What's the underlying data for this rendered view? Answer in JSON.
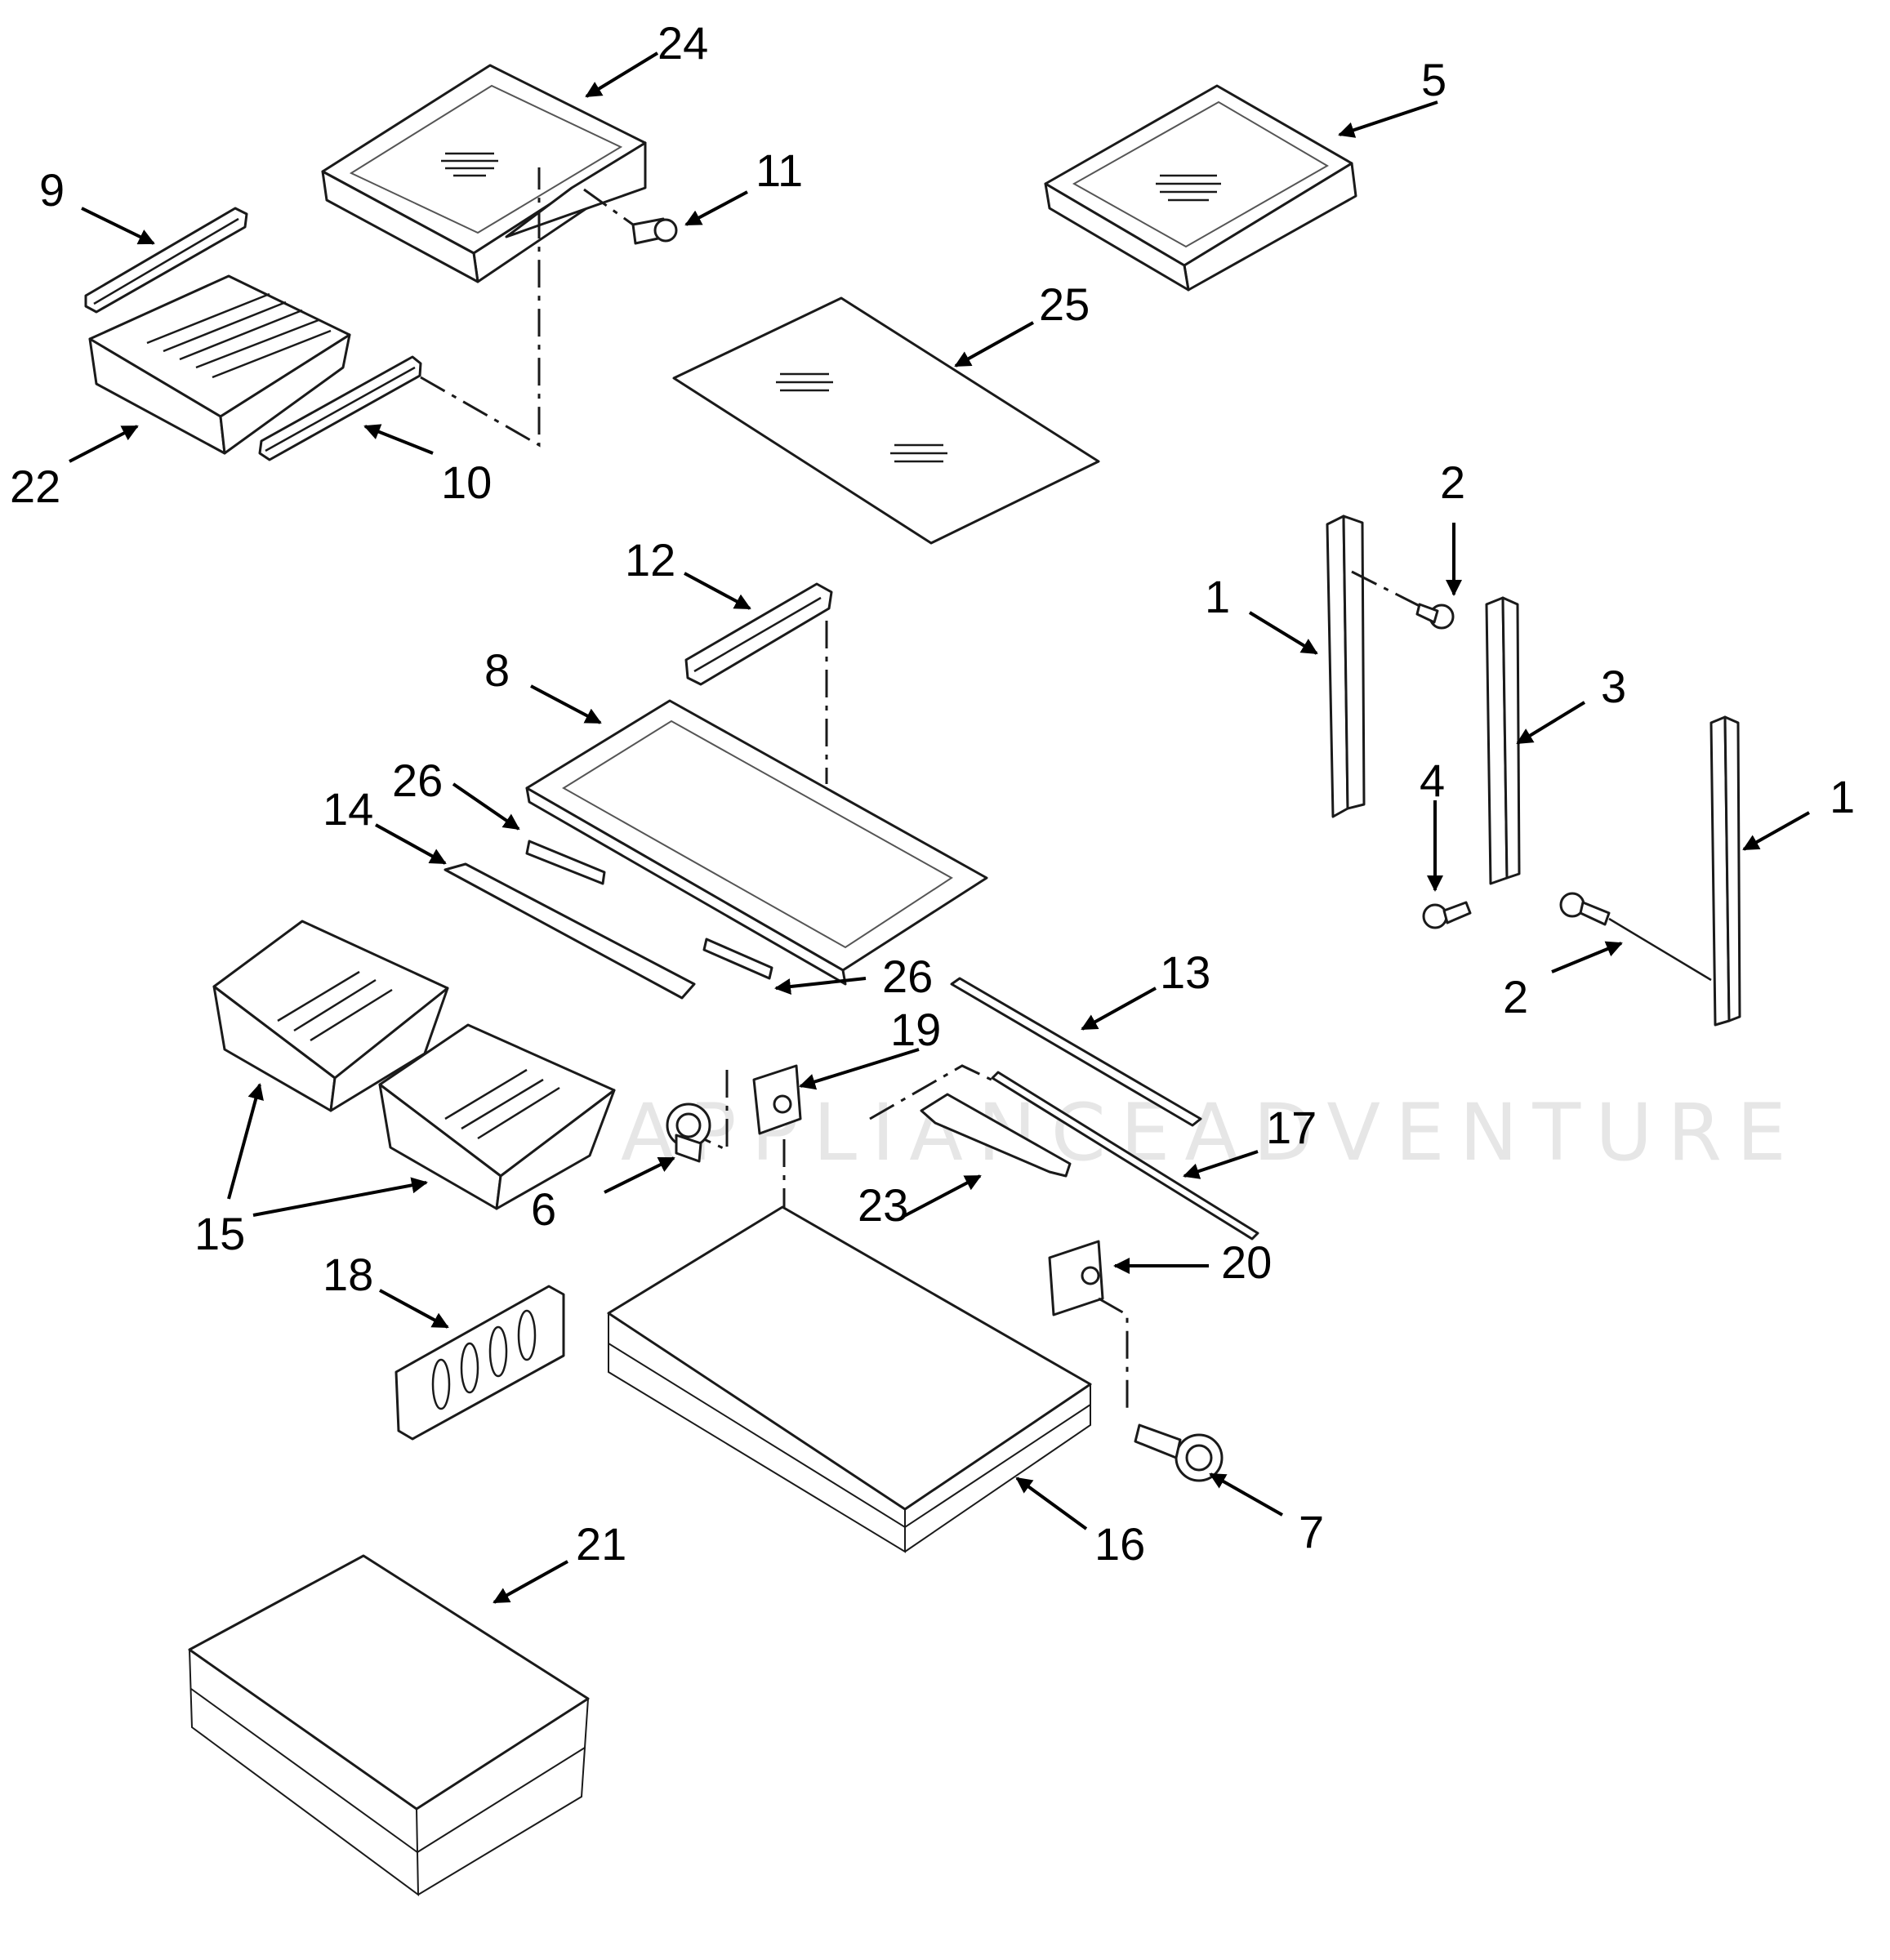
{
  "watermark": "APPLIANCEADVENTURE",
  "callouts": [
    {
      "id": "c1a",
      "label": "1"
    },
    {
      "id": "c1b",
      "label": "1"
    },
    {
      "id": "c2a",
      "label": "2"
    },
    {
      "id": "c2b",
      "label": "2"
    },
    {
      "id": "c3",
      "label": "3"
    },
    {
      "id": "c4",
      "label": "4"
    },
    {
      "id": "c5",
      "label": "5"
    },
    {
      "id": "c6",
      "label": "6"
    },
    {
      "id": "c7",
      "label": "7"
    },
    {
      "id": "c8",
      "label": "8"
    },
    {
      "id": "c9",
      "label": "9"
    },
    {
      "id": "c10",
      "label": "10"
    },
    {
      "id": "c11",
      "label": "11"
    },
    {
      "id": "c12",
      "label": "12"
    },
    {
      "id": "c13",
      "label": "13"
    },
    {
      "id": "c14",
      "label": "14"
    },
    {
      "id": "c15",
      "label": "15"
    },
    {
      "id": "c16",
      "label": "16"
    },
    {
      "id": "c17",
      "label": "17"
    },
    {
      "id": "c18",
      "label": "18"
    },
    {
      "id": "c19",
      "label": "19"
    },
    {
      "id": "c20",
      "label": "20"
    },
    {
      "id": "c21",
      "label": "21"
    },
    {
      "id": "c22",
      "label": "22"
    },
    {
      "id": "c23",
      "label": "23"
    },
    {
      "id": "c24",
      "label": "24"
    },
    {
      "id": "c25",
      "label": "25"
    },
    {
      "id": "c26a",
      "label": "26"
    },
    {
      "id": "c26b",
      "label": "26"
    }
  ]
}
